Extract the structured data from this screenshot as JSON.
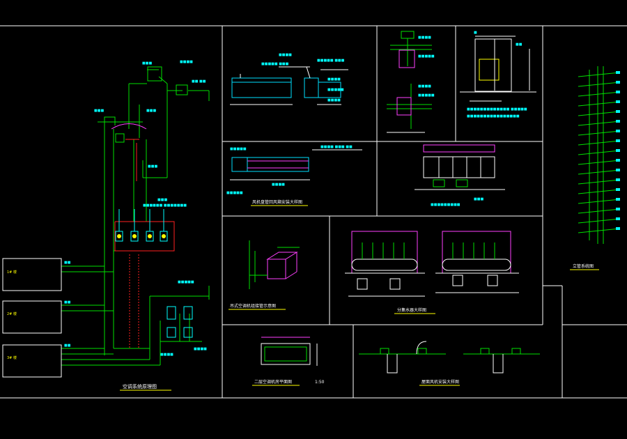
{
  "colors": {
    "background": "#000000",
    "frame": "#ffffff",
    "pipe_green": "#00e000",
    "cyan": "#00ffff",
    "magenta": "#ff40ff",
    "yellow": "#ffff00",
    "red": "#ff2020",
    "blue": "#3050ff"
  },
  "titles": {
    "system_diagram": "空调系统原理图",
    "duct_section": "风机盘管回风箱安装大样图",
    "ceiling_unit": "吊式空调机组接管示意图",
    "manifold": "分集水器大样图",
    "room_plan": "二层空调机房平面图",
    "room_plan_scale": "1:50",
    "roof_fan": "屋面风机安装大样图",
    "riser": "立管系统图"
  },
  "small_labels": {
    "bldg_a": "1# 楼",
    "bldg_b": "2# 楼",
    "bldg_c": "3# 楼"
  }
}
